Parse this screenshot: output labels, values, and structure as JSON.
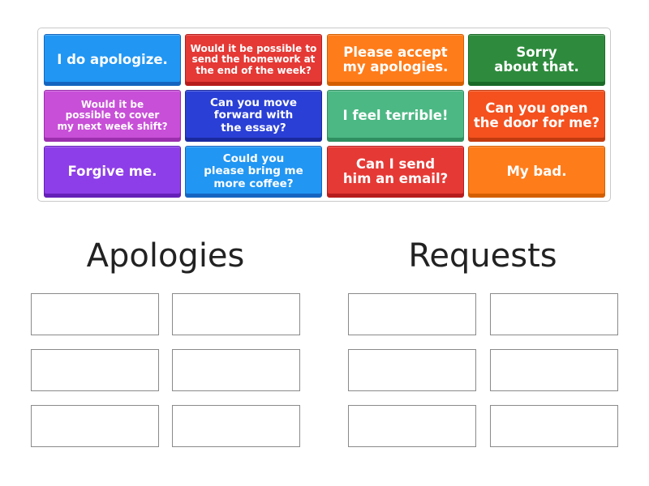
{
  "cards": [
    {
      "text": "I do apologize.",
      "color": "#2196f3",
      "shade": "#1565c0",
      "size": "sz-l"
    },
    {
      "text": "Would it be possible to\nsend the homework at\nthe end of the week?",
      "color": "#e53935",
      "shade": "#b71c1c",
      "size": "sz-s"
    },
    {
      "text": "Please accept\nmy apologies.",
      "color": "#ff7c1a",
      "shade": "#d45f00",
      "size": "sz-l"
    },
    {
      "text": "Sorry\nabout that.",
      "color": "#2e8b3d",
      "shade": "#1b6a28",
      "size": "sz-l"
    },
    {
      "text": "Would it be\npossible to cover\nmy next week shift?",
      "color": "#c84fd8",
      "shade": "#9b2fae",
      "size": "sz-s"
    },
    {
      "text": "Can you move\nforward with\nthe essay?",
      "color": "#2a3fd6",
      "shade": "#1a2a9e",
      "size": "sz-m"
    },
    {
      "text": "I feel terrible!",
      "color": "#4cb884",
      "shade": "#2f8f60",
      "size": "sz-l"
    },
    {
      "text": "Can you open\nthe door for me?",
      "color": "#f4511e",
      "shade": "#c23a0f",
      "size": "sz-l"
    },
    {
      "text": "Forgive me.",
      "color": "#8e3ee8",
      "shade": "#6420b8",
      "size": "sz-l"
    },
    {
      "text": "Could you\nplease bring me\nmore coffee?",
      "color": "#2196f3",
      "shade": "#1565c0",
      "size": "sz-m"
    },
    {
      "text": "Can I send\nhim an email?",
      "color": "#e53935",
      "shade": "#b71c1c",
      "size": "sz-l"
    },
    {
      "text": "My bad.",
      "color": "#ff7c1a",
      "shade": "#d45f00",
      "size": "sz-l"
    }
  ],
  "groups": {
    "apologies": {
      "title": "Apologies"
    },
    "requests": {
      "title": "Requests"
    }
  }
}
